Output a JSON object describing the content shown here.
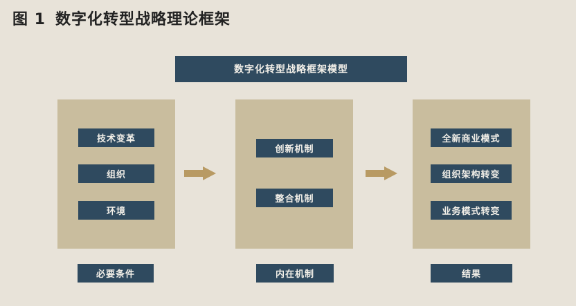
{
  "title": {
    "figure": "图 1",
    "text": "数字化转型战略理论框架"
  },
  "banner": "数字化转型战略框架模型",
  "columns": [
    {
      "items": [
        "技术变革",
        "组织",
        "环境"
      ],
      "caption": "必要条件"
    },
    {
      "items": [
        "创新机制",
        "整合机制"
      ],
      "caption": "内在机制"
    },
    {
      "items": [
        "全新商业模式",
        "组织架构转变",
        "业务模式转变"
      ],
      "caption": "结果"
    }
  ],
  "colors": {
    "background": "#e8e3d9",
    "navy": "#2f4a5f",
    "panel": "#c9bd9e",
    "arrow": "#b89a63"
  }
}
